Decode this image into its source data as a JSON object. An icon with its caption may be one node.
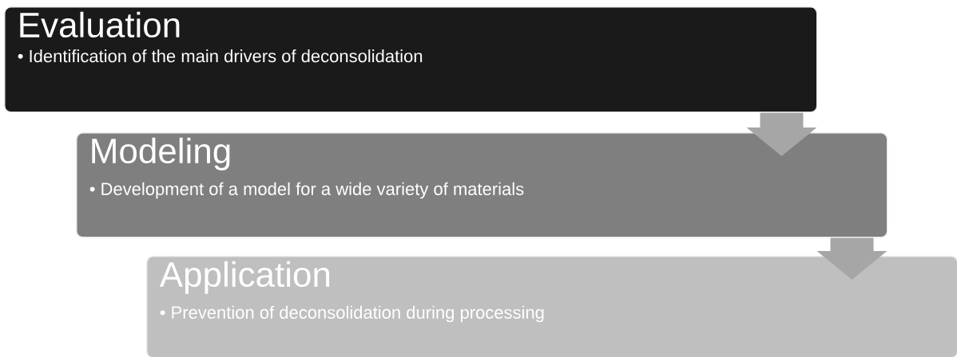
{
  "diagram": {
    "nodes": [
      {
        "text": [
          "Evaluation",
          "• Identification of the main drivers of deconsolidation"
        ]
      },
      {
        "text": [
          "Modeling",
          "• Development of a model for a wide variety of materials"
        ]
      },
      {
        "text": [
          "Application",
          "• Prevention of deconsolidation during processing"
        ]
      }
    ],
    "edges": [
      {
        "from": 0,
        "to": 1,
        "arrow": "to"
      },
      {
        "from": 1,
        "to": 2,
        "arrow": "to"
      }
    ]
  }
}
